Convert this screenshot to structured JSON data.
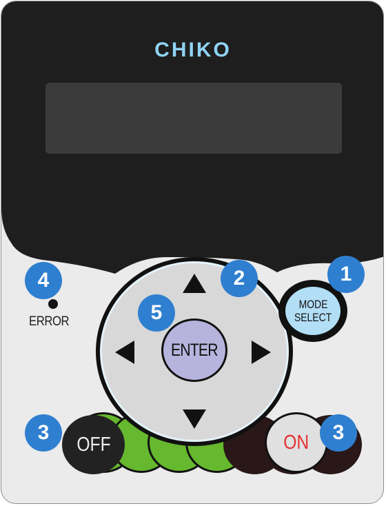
{
  "brand": "CHIKO",
  "leds": [
    {
      "state": "on"
    },
    {
      "state": "on"
    },
    {
      "state": "on"
    },
    {
      "state": "on"
    },
    {
      "state": "off"
    },
    {
      "state": "off"
    },
    {
      "state": "off"
    }
  ],
  "error_label": "ERROR",
  "buttons": {
    "mode_line1": "MODE",
    "mode_line2": "SELECT",
    "enter": "ENTER",
    "off": "OFF",
    "on": "ON"
  },
  "badges": [
    "1",
    "2",
    "3",
    "4",
    "5",
    "3"
  ],
  "colors": {
    "panel": "#ebebeb",
    "housing": "#1e1e1e",
    "brand": "#8fd3f4",
    "led_on": "#66b82e",
    "led_off": "#2a1818",
    "badge": "#2f7fd0",
    "on_text": "#e53030",
    "enter_button": "#b6b4dc",
    "mode_button": "#b2def6"
  },
  "icons": {
    "up": "triangle-up-icon",
    "down": "triangle-down-icon",
    "left": "triangle-left-icon",
    "right": "triangle-right-icon"
  }
}
